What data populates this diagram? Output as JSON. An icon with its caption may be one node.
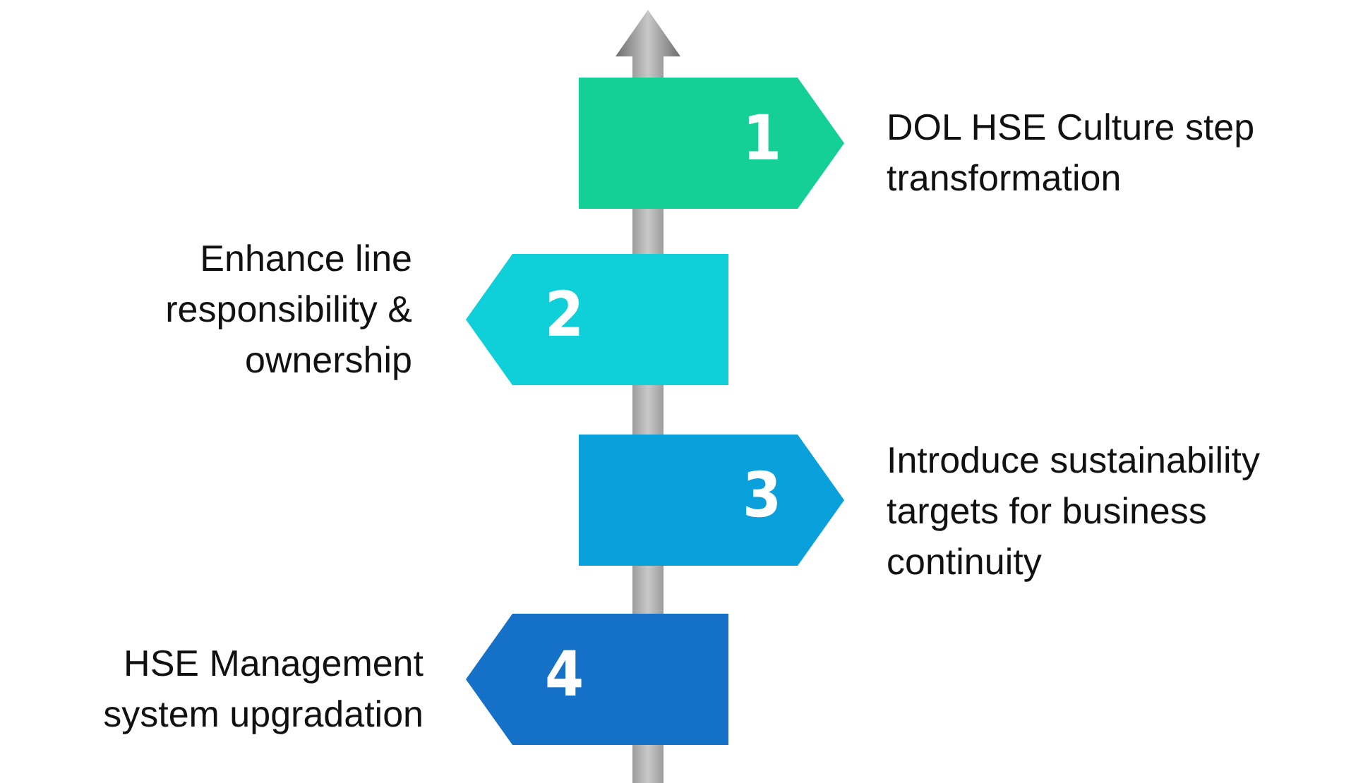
{
  "diagram": {
    "nodes": [
      {
        "text": [
          "1"
        ],
        "beside": [
          "DOL HSE Culture step transformation"
        ]
      },
      {
        "text": [
          "2"
        ],
        "beside": [
          "Enhance line responsibility & ownership"
        ]
      },
      {
        "text": [
          "3"
        ],
        "beside": [
          "Introduce sustainability targets for business continuity"
        ]
      },
      {
        "text": [
          "4"
        ],
        "beside": [
          "HSE Management system upgradation"
        ]
      }
    ]
  }
}
